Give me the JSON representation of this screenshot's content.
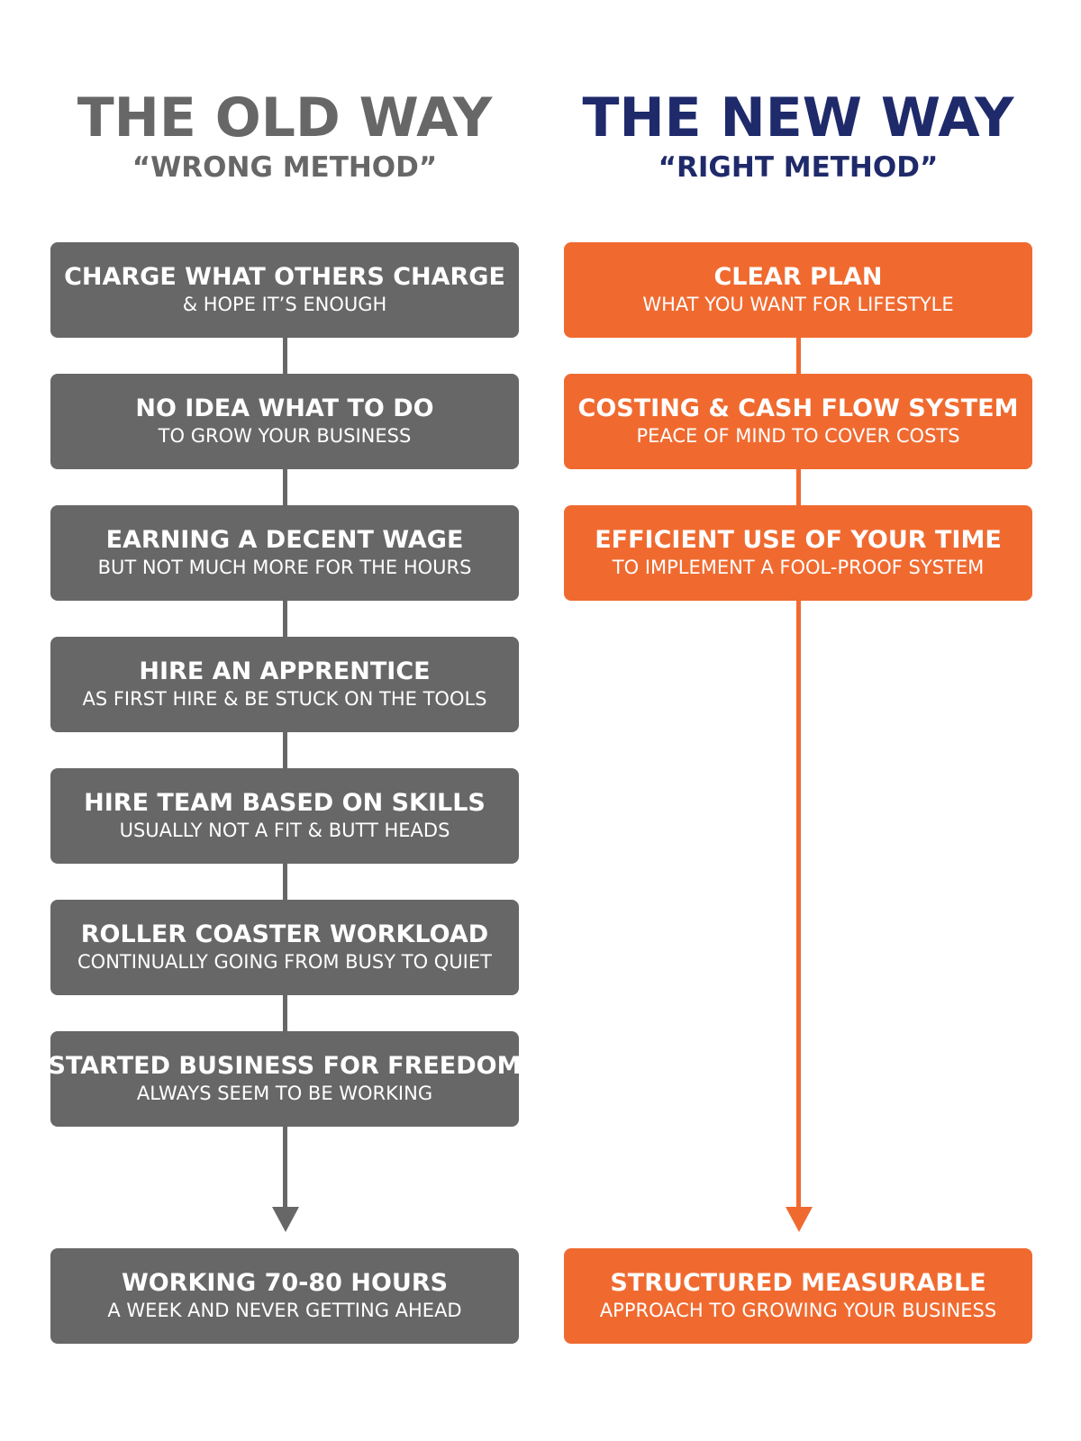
{
  "old_way": {
    "title": "THE OLD WAY",
    "subtitle": "“WRONG METHOD”",
    "color": "#676767",
    "steps": [
      {
        "main": "CHARGE WHAT OTHERS CHARGE",
        "sub": "& HOPE IT’S ENOUGH"
      },
      {
        "main": "NO IDEA WHAT TO DO",
        "sub": "TO GROW YOUR BUSINESS"
      },
      {
        "main": "EARNING A DECENT WAGE",
        "sub": "BUT NOT MUCH MORE FOR THE HOURS"
      },
      {
        "main": "HIRE AN APPRENTICE",
        "sub": "AS FIRST HIRE & BE STUCK ON THE TOOLS"
      },
      {
        "main": "HIRE TEAM BASED ON SKILLS",
        "sub": "USUALLY NOT A FIT & BUTT HEADS"
      },
      {
        "main": "ROLLER COASTER WORKLOAD",
        "sub": "CONTINUALLY GOING FROM BUSY TO QUIET"
      },
      {
        "main": "STARTED BUSINESS FOR FREEDOM",
        "sub": "ALWAYS SEEM TO BE WORKING"
      }
    ],
    "outcome": {
      "main": "WORKING 70-80 HOURS",
      "sub": "A WEEK AND NEVER GETTING AHEAD"
    }
  },
  "new_way": {
    "title": "THE NEW WAY",
    "subtitle": "“RIGHT METHOD”",
    "title_color": "#1f2a6b",
    "color": "#f06a30",
    "steps": [
      {
        "main": "CLEAR PLAN",
        "sub": "WHAT YOU WANT FOR LIFESTYLE"
      },
      {
        "main": "COSTING & CASH FLOW SYSTEM",
        "sub": "PEACE OF MIND TO COVER COSTS"
      },
      {
        "main": "EFFICIENT USE OF YOUR TIME",
        "sub": "TO IMPLEMENT A FOOL-PROOF SYSTEM"
      }
    ],
    "outcome": {
      "main": "STRUCTURED MEASURABLE",
      "sub": "APPROACH TO GROWING YOUR BUSINESS"
    }
  }
}
